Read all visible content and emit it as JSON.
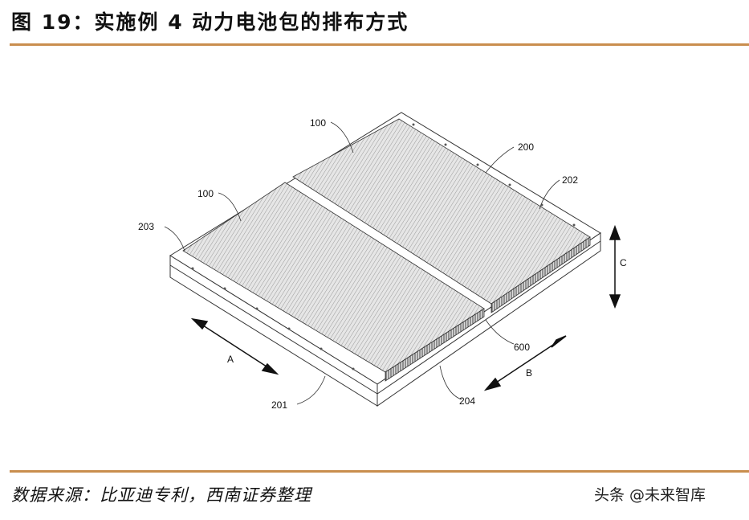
{
  "title": "图 19：实施例 4 动力电池包的排布方式",
  "figure": {
    "labels": {
      "cell_group_top": "100",
      "cell_group_left": "100",
      "tray": "200",
      "side_202": "202",
      "side_203": "203",
      "side_201": "201",
      "side_204": "204",
      "gap_600": "600",
      "dir_a": "A",
      "dir_b": "B",
      "dir_c": "C"
    }
  },
  "footer": {
    "source": "数据来源：比亚迪专利，西南证券整理",
    "watermark": "头条 @未来智库"
  }
}
